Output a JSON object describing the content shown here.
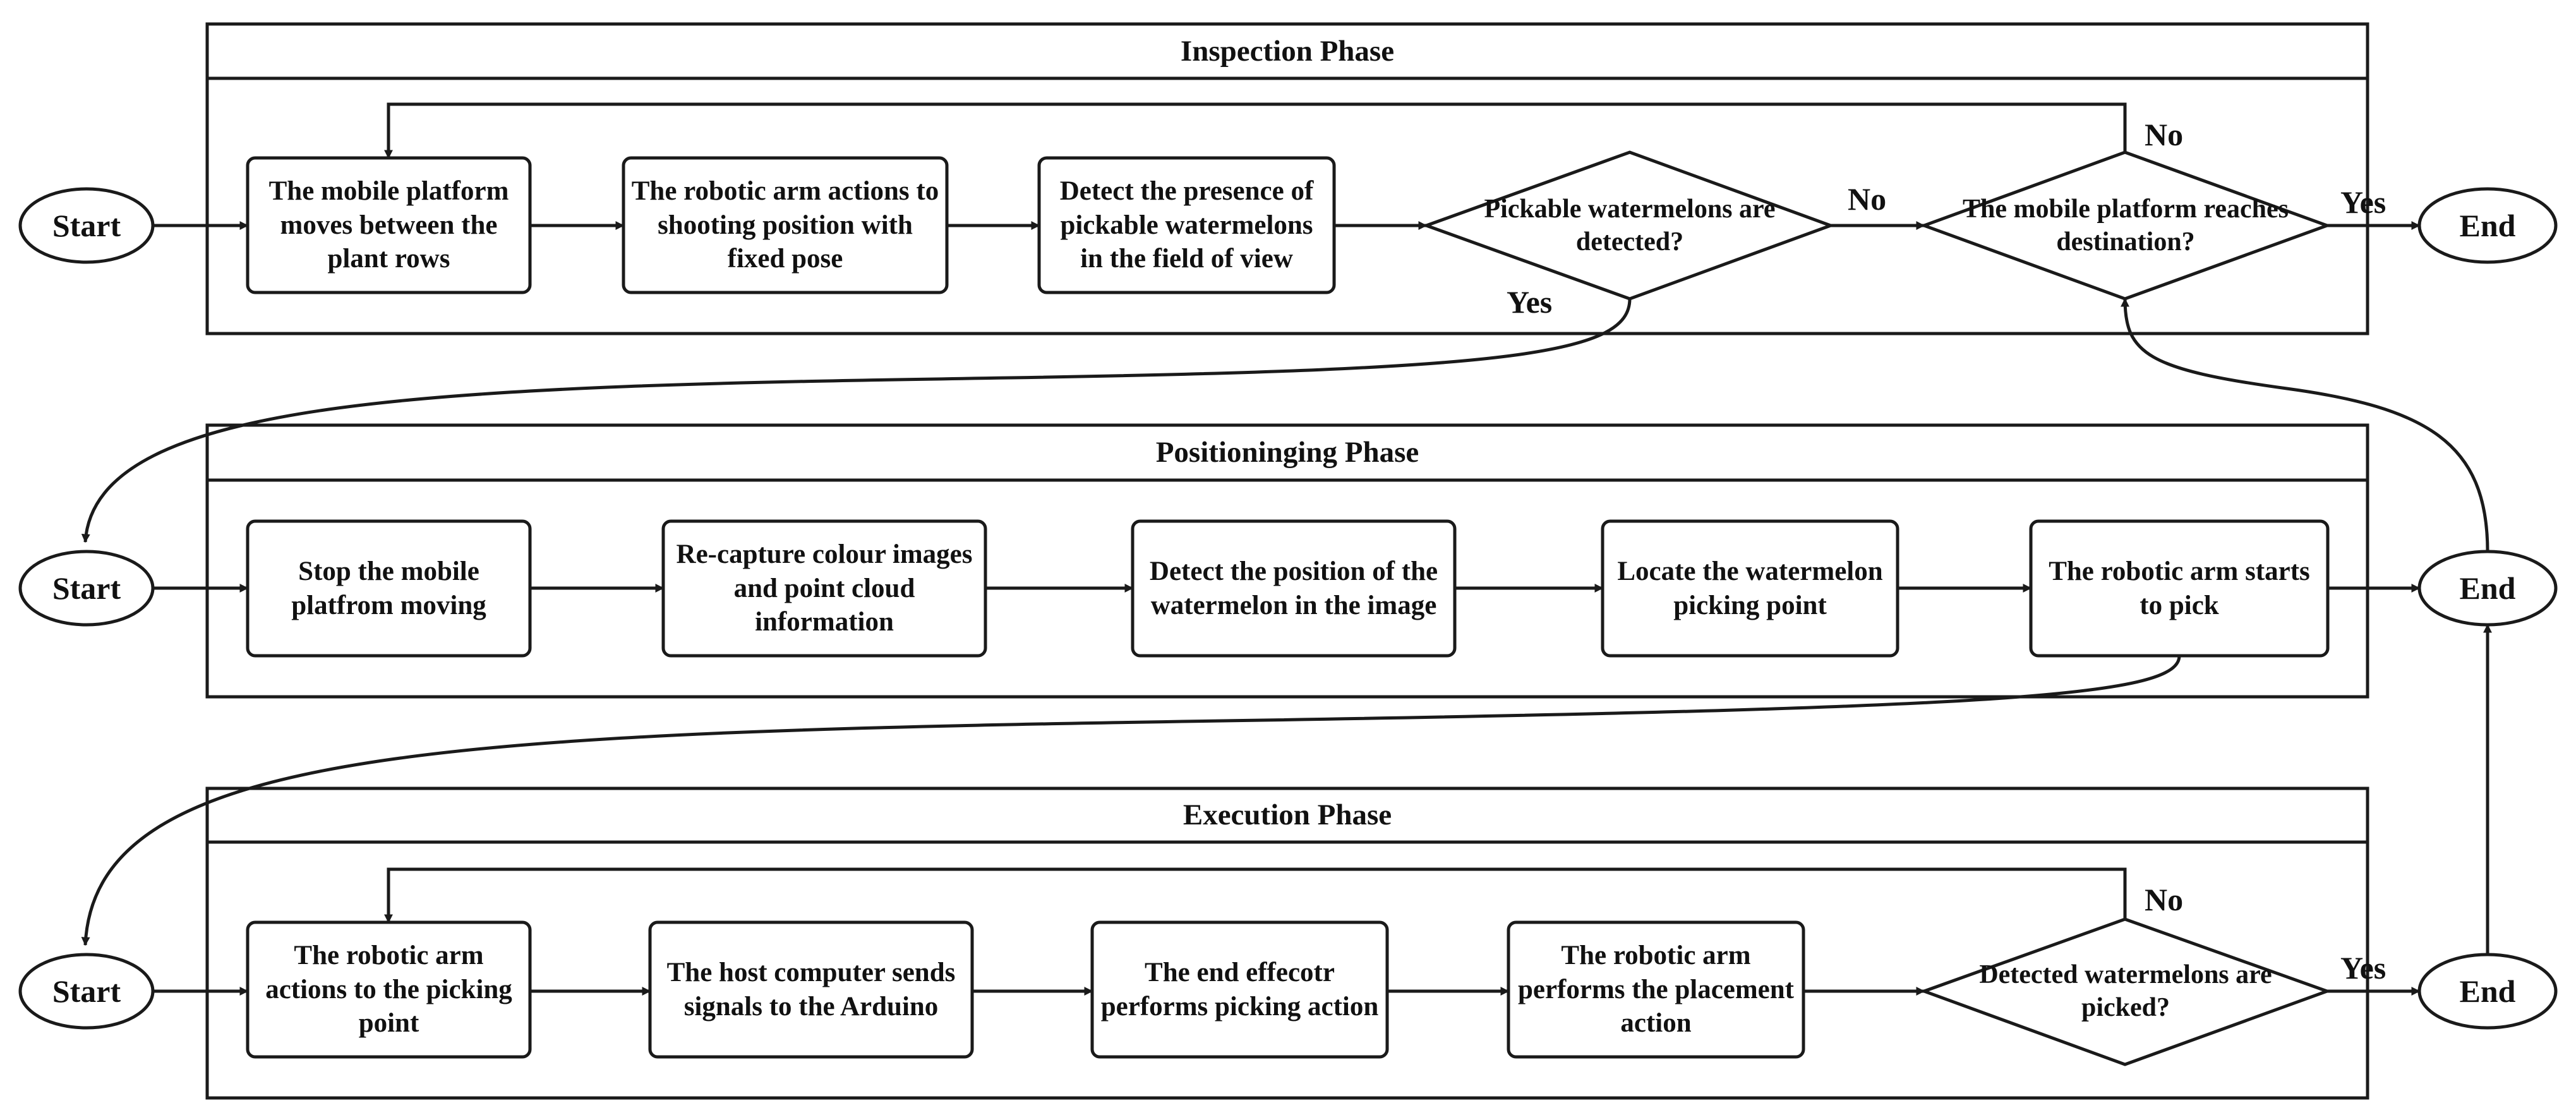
{
  "phases": {
    "inspection": {
      "title": "Inspection Phase",
      "start": "Start",
      "end": "End",
      "steps": [
        "The mobile platform moves between the plant rows",
        "The robotic arm actions to shooting position with fixed pose",
        "Detect the presence of pickable watermelons in the field of view"
      ],
      "decision1": "Pickable watermelons are detected?",
      "decision1_no": "No",
      "decision1_yes": "Yes",
      "decision2": "The mobile platform reaches destination?",
      "decision2_no": "No",
      "decision2_yes": "Yes"
    },
    "positioning": {
      "title": "Positioninging Phase",
      "start": "Start",
      "end": "End",
      "steps": [
        "Stop the mobile platfrom moving",
        "Re-capture colour images and point cloud information",
        "Detect the position of the watermelon in the image",
        "Locate the watermelon picking point",
        "The robotic arm starts to pick"
      ]
    },
    "execution": {
      "title": "Execution Phase",
      "start": "Start",
      "end": "End",
      "steps": [
        "The robotic arm actions to the picking point",
        "The host computer sends signals to the Arduino",
        "The end effecotr performs picking action",
        "The robotic arm performs the placement action"
      ],
      "decision": "Detected watermelons are picked?",
      "decision_no": "No",
      "decision_yes": "Yes"
    }
  },
  "colors": {
    "stroke": "#1a1a1a",
    "text": "#111111",
    "background": "#ffffff"
  }
}
